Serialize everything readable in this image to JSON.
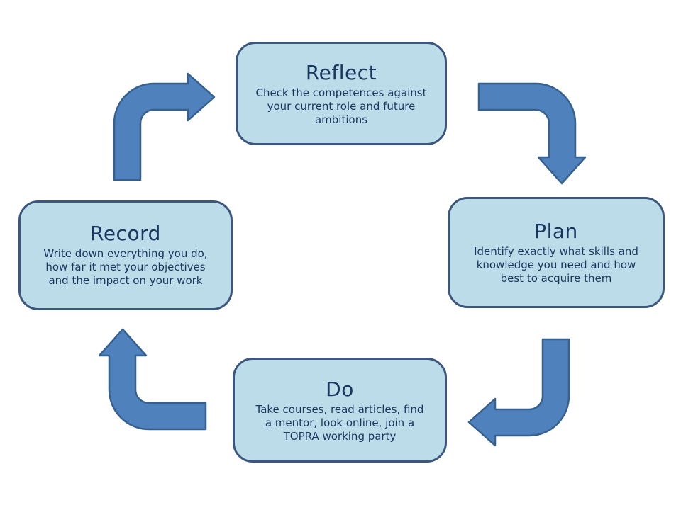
{
  "diagram": {
    "type": "cycle",
    "direction": "clockwise",
    "colors": {
      "node_fill": "#BDDCE9",
      "node_border": "#3B577D",
      "node_text": "#17375E",
      "arrow_fill": "#4F81BD",
      "arrow_border": "#36618F",
      "background": "#FFFFFF"
    },
    "nodes": [
      {
        "id": "reflect",
        "title": "Reflect",
        "description": "Check the competences against\nyour current role and future\nambitions"
      },
      {
        "id": "plan",
        "title": "Plan",
        "description": "Identify exactly what skills and\nknowledge you need and how\nbest to acquire them"
      },
      {
        "id": "do",
        "title": "Do",
        "description": "Take courses, read articles, find\na mentor, look online, join a\nTOPRA working party"
      },
      {
        "id": "record",
        "title": "Record",
        "description": "Write down everything you do,\nhow far it met your objectives\nand the impact on your work"
      }
    ],
    "arrows": [
      {
        "from": "Record",
        "to": "Reflect",
        "shape": "bent-arrow-up-right"
      },
      {
        "from": "Reflect",
        "to": "Plan",
        "shape": "bent-arrow-right-down"
      },
      {
        "from": "Plan",
        "to": "Do",
        "shape": "bent-arrow-down-left"
      },
      {
        "from": "Do",
        "to": "Record",
        "shape": "bent-arrow-left-up"
      }
    ]
  }
}
